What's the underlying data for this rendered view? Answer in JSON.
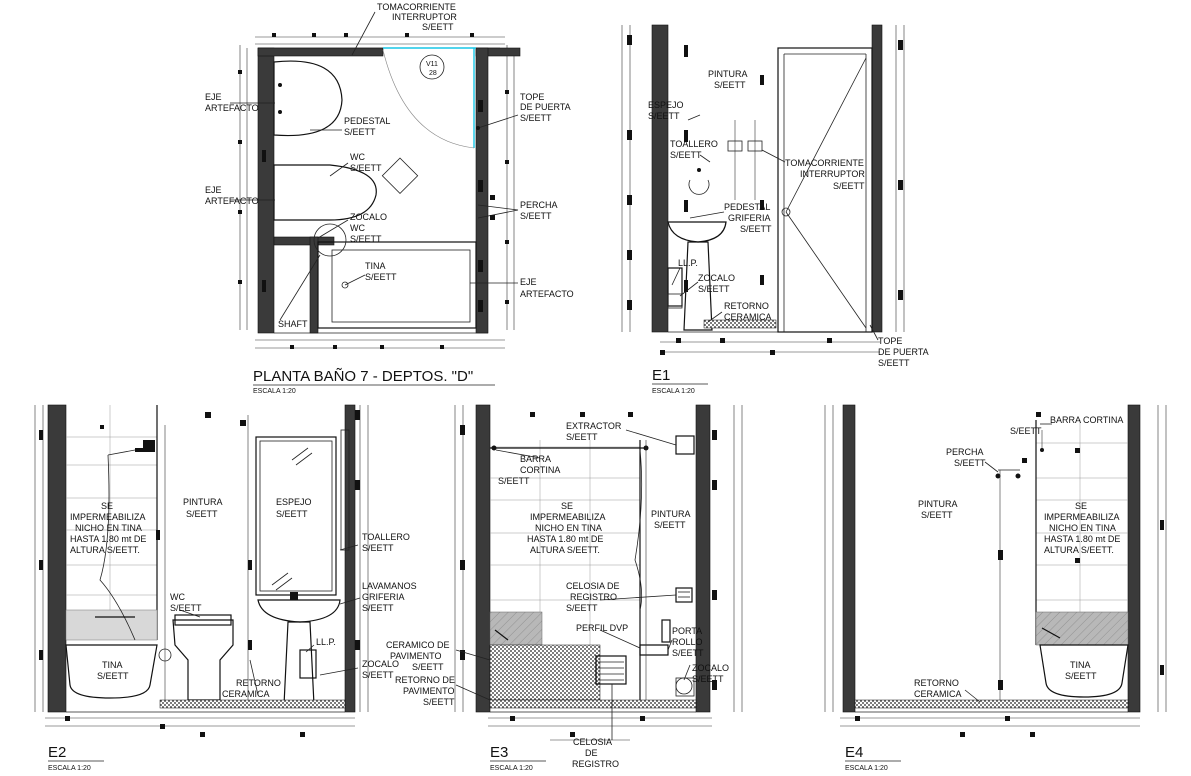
{
  "plan": {
    "title": "PLANTA BAÑO 7 - DEPTOS. \"D\"",
    "scale": "ESCALA 1:20",
    "labels": {
      "tomacorriente": [
        "TOMACORRIENTE",
        "INTERRUPTOR",
        "S/EETT"
      ],
      "v_code": [
        "V11",
        "28"
      ],
      "eje1": [
        "EJE",
        "ARTEFACTO"
      ],
      "eje2": [
        "EJE",
        "ARTEFACTO"
      ],
      "tope": [
        "TOPE",
        "DE PUERTA",
        "S/EETT"
      ],
      "pedestal": [
        "PEDESTAL",
        "S/EETT"
      ],
      "wc": [
        "WC",
        "S/EETT"
      ],
      "percha": [
        "PERCHA",
        "S/EETT"
      ],
      "zocalo": [
        "ZOCALO",
        "WC",
        "S/EETT"
      ],
      "tina": [
        "TINA",
        "S/EETT"
      ],
      "eje3": [
        "EJE",
        "ARTEFACTO"
      ],
      "shaft": "SHAFT"
    }
  },
  "e1": {
    "title": "E1",
    "scale": "ESCALA 1:20",
    "labels": {
      "pintura": [
        "PINTURA",
        "S/EETT"
      ],
      "espejo": [
        "ESPEJO",
        "S/EETT"
      ],
      "toallero": [
        "TOALLERO",
        "S/EETT"
      ],
      "tomacorriente": [
        "TOMACORRIENTE",
        "INTERRUPTOR",
        "S/EETT"
      ],
      "pedestal": [
        "PEDESTAL",
        "GRIFERIA",
        "S/EETT"
      ],
      "llp": "LL.P.",
      "zocalo": [
        "ZOCALO",
        "S/EETT"
      ],
      "retorno": [
        "RETORNO",
        "CERAMICA"
      ],
      "tope": [
        "TOPE",
        "DE PUERTA",
        "S/EETT"
      ]
    }
  },
  "e2": {
    "title": "E2",
    "scale": "ESCALA 1:20",
    "labels": {
      "se": [
        "SE",
        "IMPERMEABILIZA",
        "NICHO EN TINA",
        "HASTA 1.80 mt DE",
        "ALTURA S/EETT."
      ],
      "pintura": [
        "PINTURA",
        "S/EETT"
      ],
      "espejo": [
        "ESPEJO",
        "S/EETT"
      ],
      "toallero": [
        "TOALLERO",
        "S/EETT"
      ],
      "lavamanos": [
        "LAVAMANOS",
        "GRIFERIA",
        "S/EETT"
      ],
      "wc": [
        "WC",
        "S/EETT"
      ],
      "llp": "LL.P.",
      "tina": [
        "TINA",
        "S/EETT"
      ],
      "zocalo": [
        "ZOCALO",
        "S/EETT"
      ],
      "retorno": [
        "RETORNO",
        "CERAMICA"
      ]
    }
  },
  "e3": {
    "title": "E3",
    "scale": "ESCALA 1:20",
    "labels": {
      "extractor": [
        "EXTRACTOR",
        "S/EETT"
      ],
      "barra": [
        "BARRA",
        "CORTINA",
        "S/EETT"
      ],
      "se": [
        "SE",
        "IMPERMEABILIZA",
        "NICHO EN TINA",
        "HASTA 1.80 mt DE",
        "ALTURA S/EETT."
      ],
      "pintura": [
        "PINTURA",
        "S/EETT"
      ],
      "celosia_reg": [
        "CELOSIA DE",
        "REGISTRO",
        "S/EETT"
      ],
      "perfil": "PERFIL DVP",
      "porta": [
        "PORTA",
        "ROLLO",
        "S/EETT"
      ],
      "ceramico": [
        "CERAMICO DE",
        "PAVIMENTO",
        "S/EETT"
      ],
      "retorno_pav": [
        "RETORNO DE",
        "PAVIMENTO",
        "S/EETT"
      ],
      "zocalo": [
        "ZOCALO",
        "S/EETT"
      ],
      "celosia_bottom": [
        "CELOSIA",
        "DE",
        "REGISTRO"
      ]
    }
  },
  "e4": {
    "title": "E4",
    "scale": "ESCALA 1:20",
    "labels": {
      "barra": [
        "S/EETT",
        "BARRA CORTINA"
      ],
      "percha": [
        "PERCHA",
        "S/EETT"
      ],
      "pintura": [
        "PINTURA",
        "S/EETT"
      ],
      "se": [
        "SE",
        "IMPERMEABILIZA",
        "NICHO EN TINA",
        "HASTA 1.80 mt DE",
        "ALTURA S/EETT."
      ],
      "tina": [
        "TINA",
        "S/EETT"
      ],
      "retorno": [
        "RETORNO",
        "CERAMICA"
      ]
    }
  }
}
